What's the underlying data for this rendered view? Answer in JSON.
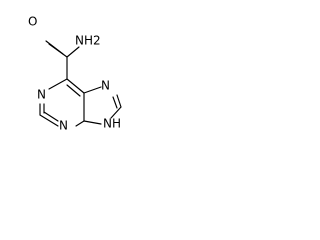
{
  "structure": {
    "atoms": {
      "carbonyl_o": "O",
      "amide_n": "NH2",
      "n_top": "N",
      "n_left": "N",
      "n_right_top": "N",
      "n_bottom": "NH"
    }
  },
  "colors": {
    "bond": "#000000",
    "background": "#ffffff",
    "text": "#000000"
  }
}
